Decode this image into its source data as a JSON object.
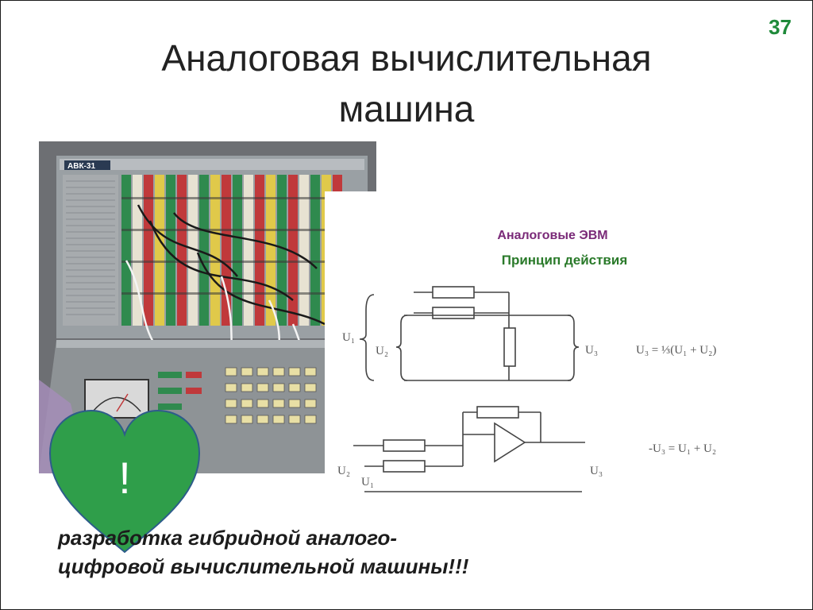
{
  "slide": {
    "number": "37",
    "title_line1": "Аналоговая вычислительная",
    "title_line2": "машина"
  },
  "photo": {
    "panel_label": "АВК-31"
  },
  "scheme": {
    "heading1": "Аналоговые ЭВМ",
    "heading2": "Принцип действия",
    "labels": {
      "u1": "U₁",
      "u2": "U₂",
      "u3": "U₃",
      "u2_lower": "U₂",
      "u1_lower": "U₁",
      "u3_lower": "U₃"
    },
    "formula_top": "U₃ = ⅓(U₁ + U₂)",
    "formula_bottom": "-U₃ = U₁ + U₂",
    "colors": {
      "heading1": "#7a2a78",
      "heading2": "#2a7a2a",
      "lines": "#444444"
    }
  },
  "callout": {
    "symbol": "!",
    "color": "#2f9e4a",
    "caption": "разработка гибридной аналого-цифровой вычислительной машины!!!"
  }
}
